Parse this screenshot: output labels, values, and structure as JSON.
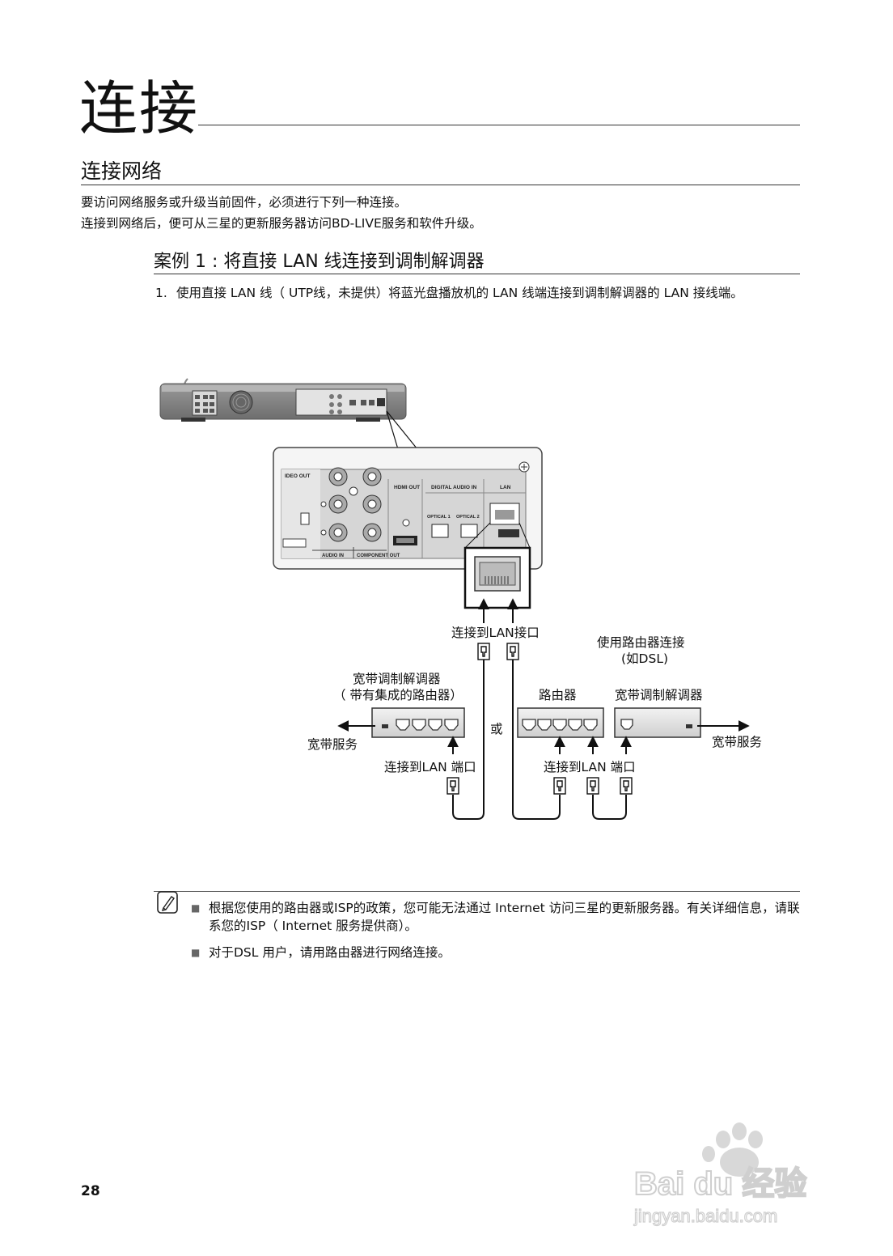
{
  "chapter": {
    "title": "连接"
  },
  "section": {
    "title": "连接网络",
    "intro": [
      "要访问网络服务或升级当前固件，必须进行下列一种连接。",
      "连接到网络后，便可从三星的更新服务器访问BD-LIVE服务和软件升级。"
    ]
  },
  "case": {
    "title": "案例 1 : 将直接 LAN 线连接到调制解调器",
    "step_number": "1.",
    "step_text": "使用直接 LAN 线（ UTP线，未提供）将蓝光盘播放机的 LAN 线端连接到调制解调器的 LAN 接线端。"
  },
  "diagram": {
    "panel_labels": {
      "video_out": "IDEO OUT",
      "hdmi_out": "HDMI OUT",
      "digital_audio_in": "DIGITAL AUDIO IN",
      "lan": "LAN",
      "optical1": "OPTICAL 1",
      "optical2": "OPTICAL 2",
      "audio_in": "AUDIO IN",
      "component_out": "COMPONENT OUT"
    },
    "connect_lan_port": "连接到LAN接口",
    "router_connection": "使用路由器连接",
    "router_connection_sub": "(如DSL)",
    "modem_integrated": "宽带调制解调器",
    "modem_integrated_sub": "（ 带有集成的路由器）",
    "router": "路由器",
    "modem": "宽带调制解调器",
    "or": "或",
    "broadband_left": "宽带服务",
    "broadband_right": "宽带服务",
    "connect_lan_port_left": "连接到LAN 端口",
    "connect_lan_port_right": "连接到LAN 端口"
  },
  "notes": {
    "icon": "note-pencil-icon",
    "items": [
      "根据您使用的路由器或ISP的政策，您可能无法通过 Internet 访问三星的更新服务器。有关详细信息，请联系您的ISP（ Internet 服务提供商）。",
      "对于DSL 用户，请用路由器进行网络连接。"
    ]
  },
  "page_number": "28",
  "watermark": {
    "brand": "Bai du 经验",
    "url": "jingyan.baidu.com"
  }
}
